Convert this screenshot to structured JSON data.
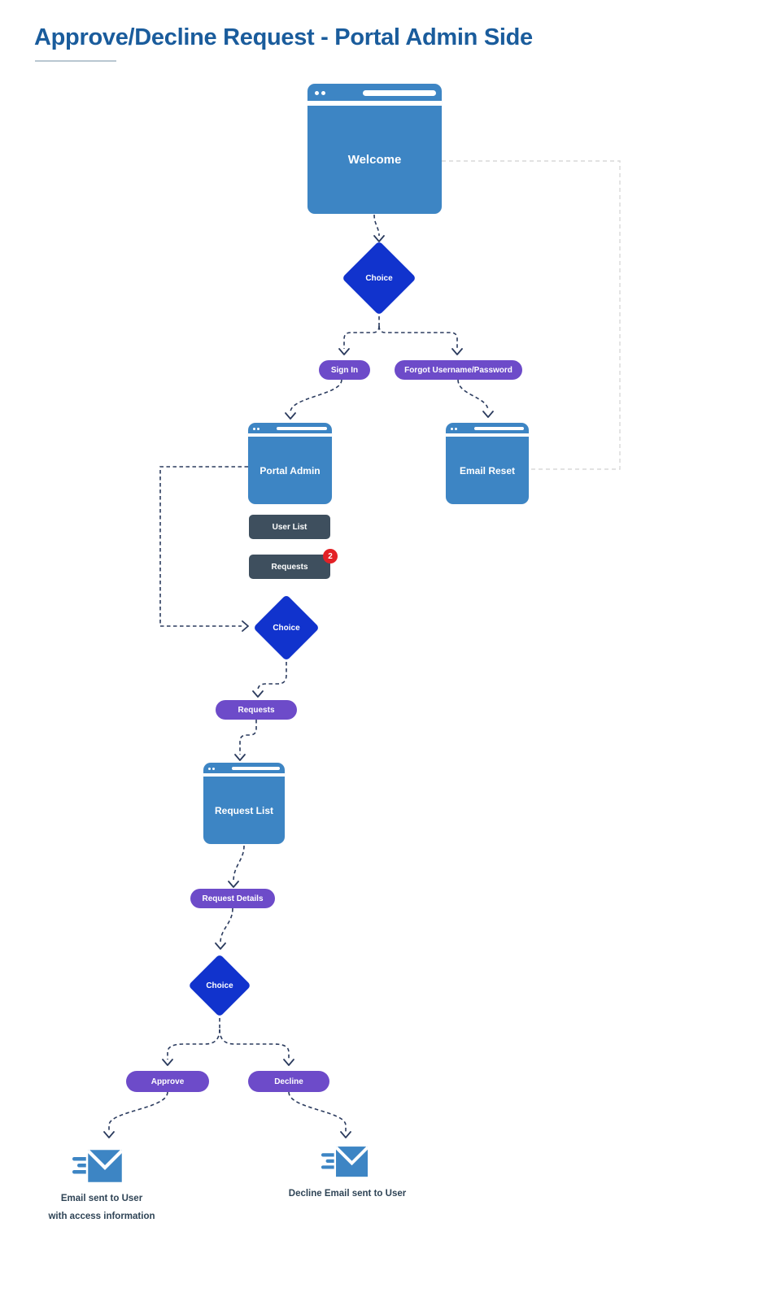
{
  "title": "Approve/Decline Request - Portal Admin Side",
  "colors": {
    "title_blue": "#1a5c9c",
    "window_blue": "#3d85c4",
    "diamond_blue": "#1133cd",
    "pill_purple": "#6d4bc9",
    "button_slate": "#3e4f5e",
    "badge_red": "#e32126",
    "connector_navy": "#2b3b5e",
    "connector_gray": "#d9d9d9",
    "caption_navy": "#2f4456"
  },
  "nodes": {
    "welcome": {
      "label": "Welcome"
    },
    "choice1": {
      "label": "Choice"
    },
    "sign_in": {
      "label": "Sign In"
    },
    "forgot": {
      "label": "Forgot Username/Password"
    },
    "portal_admin": {
      "label": "Portal Admin"
    },
    "email_reset": {
      "label": "Email Reset"
    },
    "user_list": {
      "label": "User List"
    },
    "requests_button": {
      "label": "Requests",
      "badge": "2"
    },
    "choice2": {
      "label": "Choice"
    },
    "requests_pill": {
      "label": "Requests"
    },
    "request_list": {
      "label": "Request List"
    },
    "request_details": {
      "label": "Request Details"
    },
    "choice3": {
      "label": "Choice"
    },
    "approve": {
      "label": "Approve"
    },
    "decline": {
      "label": "Decline"
    },
    "approve_email": {
      "caption_line1": "Email sent to User",
      "caption_line2": "with access information"
    },
    "decline_email": {
      "caption": "Decline Email sent to User"
    }
  }
}
